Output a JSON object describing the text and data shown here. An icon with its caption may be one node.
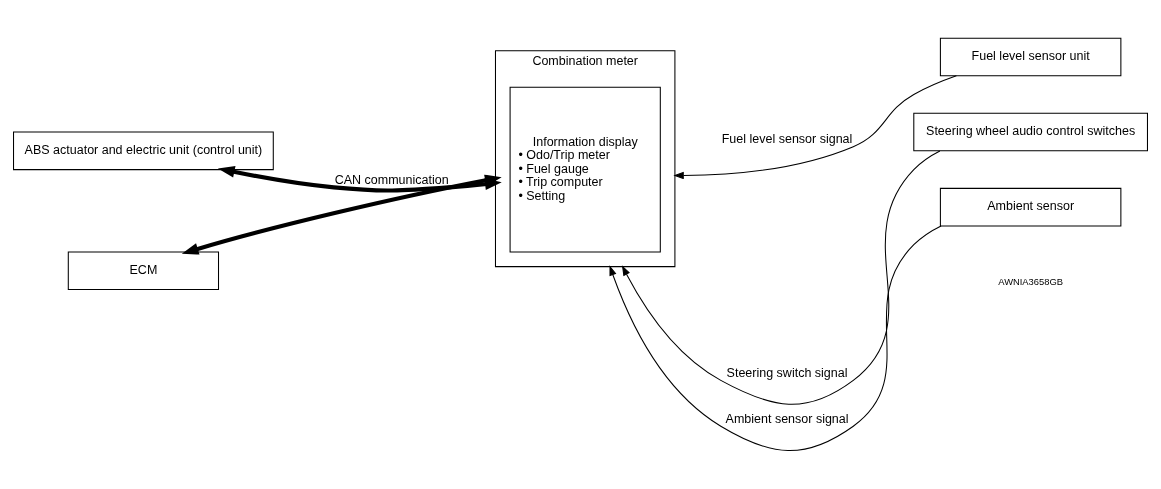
{
  "diagram": {
    "nodes": [
      {
        "text": [
          "Combination meter"
        ]
      },
      {
        "text": [
          "Information display",
          "• Odo/Trip meter",
          "• Fuel gauge",
          "• Trip computer",
          "• Setting"
        ],
        "in": 0
      },
      {
        "text": [
          "ABS actuator and electric unit (control unit)"
        ]
      },
      {
        "text": [
          "ECM"
        ]
      },
      {
        "text": [
          "Fuel level sensor unit"
        ]
      },
      {
        "text": [
          "Steering wheel audio control switches"
        ]
      },
      {
        "text": [
          "Ambient sensor"
        ]
      }
    ],
    "edges": [
      {
        "from": 2,
        "to": 0,
        "arrow": "both",
        "label": "CAN communication",
        "style": "thick"
      },
      {
        "from": 3,
        "to": 0,
        "arrow": "both",
        "style": "thick"
      },
      {
        "from": 4,
        "to": 0,
        "arrow": "to",
        "label": "Fuel level sensor signal"
      },
      {
        "from": 5,
        "to": 0,
        "arrow": "to",
        "label": "Steering switch signal"
      },
      {
        "from": 6,
        "to": 0,
        "arrow": "to",
        "label": "Ambient sensor signal"
      }
    ],
    "labels": [
      "AWNIA3658GB"
    ]
  }
}
